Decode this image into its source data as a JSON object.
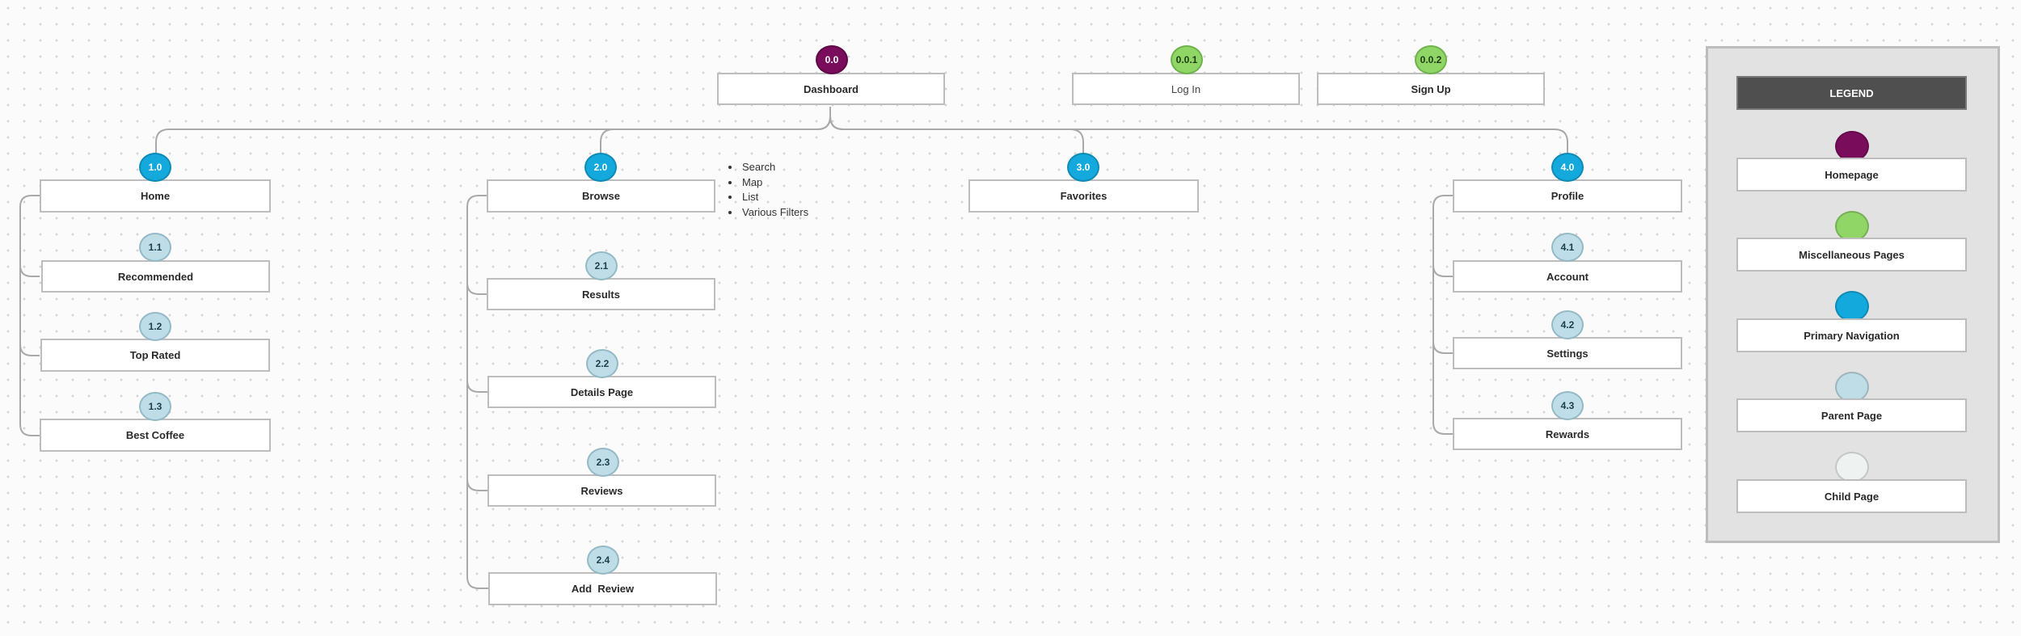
{
  "colors": {
    "homepage": "#7a0c5c",
    "miscellaneous": "#8fd666",
    "primary_navigation": "#13a9dc",
    "parent_page": "#bfdde6",
    "child_page": "#eef3f2",
    "connector": "#a9a9a9"
  },
  "root": {
    "number": "0.0",
    "label": "Dashboard"
  },
  "misc": [
    {
      "number": "0.0.1",
      "label": "Log In"
    },
    {
      "number": "0.0.2",
      "label": "Sign Up"
    }
  ],
  "sections": [
    {
      "number": "1.0",
      "label": "Home",
      "children": [
        {
          "number": "1.1",
          "label": "Recommended"
        },
        {
          "number": "1.2",
          "label": "Top Rated"
        },
        {
          "number": "1.3",
          "label": "Best Coffee"
        }
      ]
    },
    {
      "number": "2.0",
      "label": "Browse",
      "notes": [
        "Search",
        "Map",
        "List",
        "Various Filters"
      ],
      "children": [
        {
          "number": "2.1",
          "label": "Results"
        },
        {
          "number": "2.2",
          "label": "Details Page"
        },
        {
          "number": "2.3",
          "label": "Reviews"
        },
        {
          "number": "2.4",
          "label": "Add  Review"
        }
      ]
    },
    {
      "number": "3.0",
      "label": "Favorites",
      "children": []
    },
    {
      "number": "4.0",
      "label": "Profile",
      "children": [
        {
          "number": "4.1",
          "label": "Account"
        },
        {
          "number": "4.2",
          "label": "Settings"
        },
        {
          "number": "4.3",
          "label": "Rewards"
        }
      ]
    }
  ],
  "legend": {
    "title": "LEGEND",
    "items": [
      {
        "label": "Homepage"
      },
      {
        "label": "Miscellaneous Pages"
      },
      {
        "label": "Primary Navigation"
      },
      {
        "label": "Parent Page"
      },
      {
        "label": "Child Page"
      }
    ]
  }
}
